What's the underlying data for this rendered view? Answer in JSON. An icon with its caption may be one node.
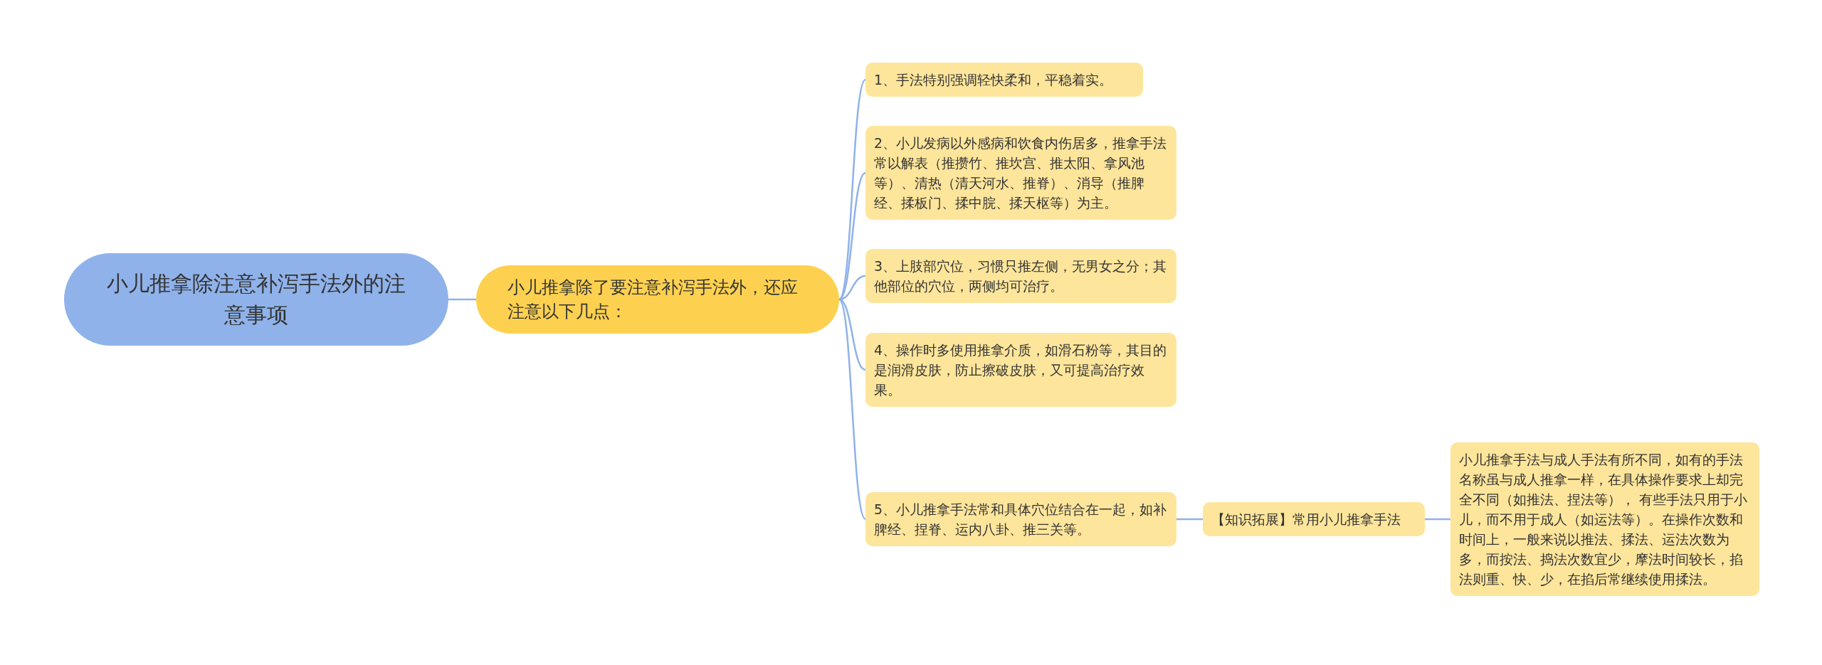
{
  "diagram": {
    "nodes": [
      {
        "text": [
          "小儿推拿除注意补泻手法外的注意事项"
        ]
      },
      {
        "text": [
          "小儿推拿除了要注意补泻手法外，还应注意以下几点："
        ]
      },
      {
        "text": [
          "1、手法特别强调轻快柔和，平稳着实。"
        ]
      },
      {
        "text": [
          "2、小儿发病以外感病和饮食内伤居多，推拿手法常以解表（推攒竹、推坎宫、推太阳、拿风池等）、清热（清天河水、推脊）、消导（推脾经、揉板门、揉中脘、揉天枢等）为主。"
        ]
      },
      {
        "text": [
          "3、上肢部穴位，习惯只推左侧，无男女之分；其他部位的穴位，两侧均可治疗。"
        ]
      },
      {
        "text": [
          "4、操作时多使用推拿介质，如滑石粉等，其目的是润滑皮肤，防止擦破皮肤，又可提高治疗效果。"
        ]
      },
      {
        "text": [
          "5、小儿推拿手法常和具体穴位结合在一起，如补脾经、捏脊、运内八卦、推三关等。"
        ]
      },
      {
        "text": [
          "【知识拓展】常用小儿推拿手法"
        ]
      },
      {
        "text": [
          "小儿推拿手法与成人手法有所不同，如有的手法名称虽与成人推拿一样，在具体操作要求上却完全不同（如推法、捏法等）， 有些手法只用于小儿，而不用于成人（如运法等）。在操作次数和时间上，一般来说以推法、揉法、运法次数为多，而按法、捣法次数宜少，摩法时间较长，掐法则重、快、少，在掐后常继续使用揉法。"
        ]
      }
    ],
    "edges": [
      {
        "from": 0,
        "to": 1,
        "arrow": "none"
      },
      {
        "from": 1,
        "to": 2,
        "arrow": "none"
      },
      {
        "from": 1,
        "to": 3,
        "arrow": "none"
      },
      {
        "from": 1,
        "to": 4,
        "arrow": "none"
      },
      {
        "from": 1,
        "to": 5,
        "arrow": "none"
      },
      {
        "from": 1,
        "to": 6,
        "arrow": "none"
      },
      {
        "from": 6,
        "to": 7,
        "arrow": "none"
      },
      {
        "from": 7,
        "to": 8,
        "arrow": "none"
      }
    ]
  }
}
